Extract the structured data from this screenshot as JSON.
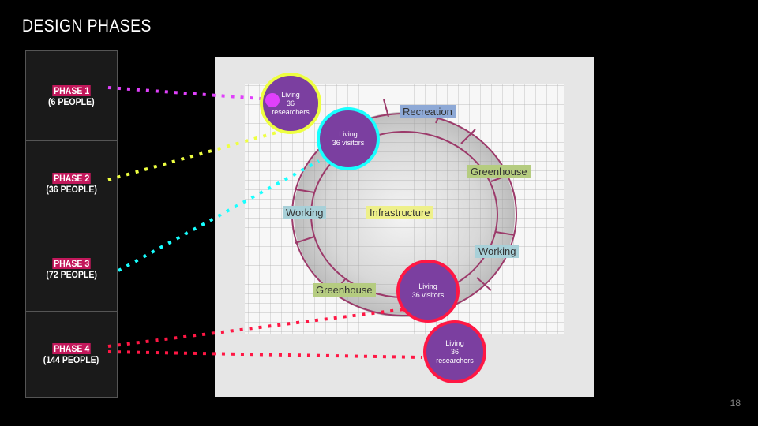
{
  "title": "DESIGN PHASES",
  "phases": [
    {
      "name": "PHASE 1",
      "people": "(6 PEOPLE)",
      "color": "#e040fb"
    },
    {
      "name": "PHASE 2",
      "people": "(36 PEOPLE)",
      "color": "#eeff41"
    },
    {
      "name": "PHASE 3",
      "people": "(72 PEOPLE)",
      "color": "#18ffff"
    },
    {
      "name": "PHASE 4",
      "people": "(144 PEOPLE)",
      "color": "#ff1744"
    }
  ],
  "zones": {
    "recreation": "Recreation",
    "greenhouse_right": "Greenhouse",
    "working_left": "Working",
    "infrastructure": "Infrastructure",
    "working_right": "Working",
    "greenhouse_bottom": "Greenhouse"
  },
  "bubbles": {
    "b1": {
      "line1": "Living",
      "line2": "36",
      "line3": "researchers",
      "ring": "#eeff41"
    },
    "b2": {
      "line1": "Living",
      "line2": "36 visitors",
      "ring": "#18ffff"
    },
    "b3": {
      "line1": "Living",
      "line2": "36 visitors",
      "ring": "#ff1744"
    },
    "b4": {
      "line1": "Living",
      "line2": "36",
      "line3": "researchers",
      "ring": "#ff1744"
    }
  },
  "page_number": "18"
}
